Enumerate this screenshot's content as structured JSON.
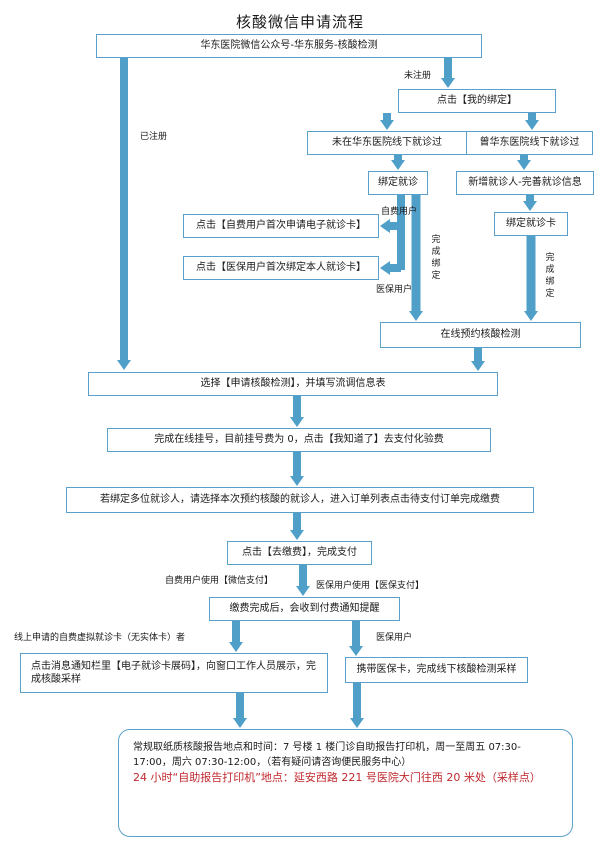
{
  "title": "核酸微信申请流程",
  "nodes": {
    "official_account": "华东医院微信公众号-华东服务-核酸检测",
    "my_binding": "点击【我的绑定】",
    "not_visited": "未在华东医院线下就诊过",
    "visited": "曾华东医院线下就诊过",
    "bind_visit": "绑定就诊",
    "new_patient": "新增就诊人-完善就诊信息",
    "bind_card": "绑定就诊卡",
    "self_pay_apply": "点击【自费用户首次申请电子就诊卡】",
    "insurance_bind": "点击【医保用户首次绑定本人就诊卡】",
    "online_booking": "在线预约核酸检测",
    "select_test": "选择【申请核酸检测】，并填写流调信息表",
    "registration": "完成在线挂号，目前挂号费为 0，点击【我知道了】去支付化验费",
    "multi_patient": "若绑定多位就诊人，请选择本次预约核酸的就诊人，进入订单列表点击待支付订单完成缴费",
    "pay": "点击【去缴费】，完成支付",
    "notice": "缴费完成后，会收到付费通知提醒",
    "virtual_card": "点击消息通知栏里【电子就诊卡展码】，向窗口工作人员展示，完成核酸采样",
    "insurance_card": "携带医保卡，完成线下核酸检测采样"
  },
  "labels": {
    "unregistered": "未注册",
    "registered": "已注册",
    "self_pay_user": "自费用户",
    "insurance_user": "医保用户",
    "complete_binding": "完成绑定",
    "self_pay_wechat": "自费用户使用【微信支付】",
    "insurance_pay": "医保用户使用【医保支付】",
    "online_virtual_card": "线上申请的自费虚拟就诊卡（无实体卡）者",
    "insurance_user_2": "医保用户"
  },
  "final": {
    "line1": "常规取纸质核酸报告地点和时间：7 号楼 1 楼门诊自助报告打印机，周一至周五 07:30-17:00，周六 07:30-12:00，（若有疑问请咨询便民服务中心）",
    "line2": "24 小时“自助报告打印机”地点：延安西路 221 号医院大门往西 20 米处（采样点）"
  },
  "colors": {
    "arrow": "#4f9fc9",
    "border": "#5aa0c8",
    "highlight": "#c0282e"
  }
}
